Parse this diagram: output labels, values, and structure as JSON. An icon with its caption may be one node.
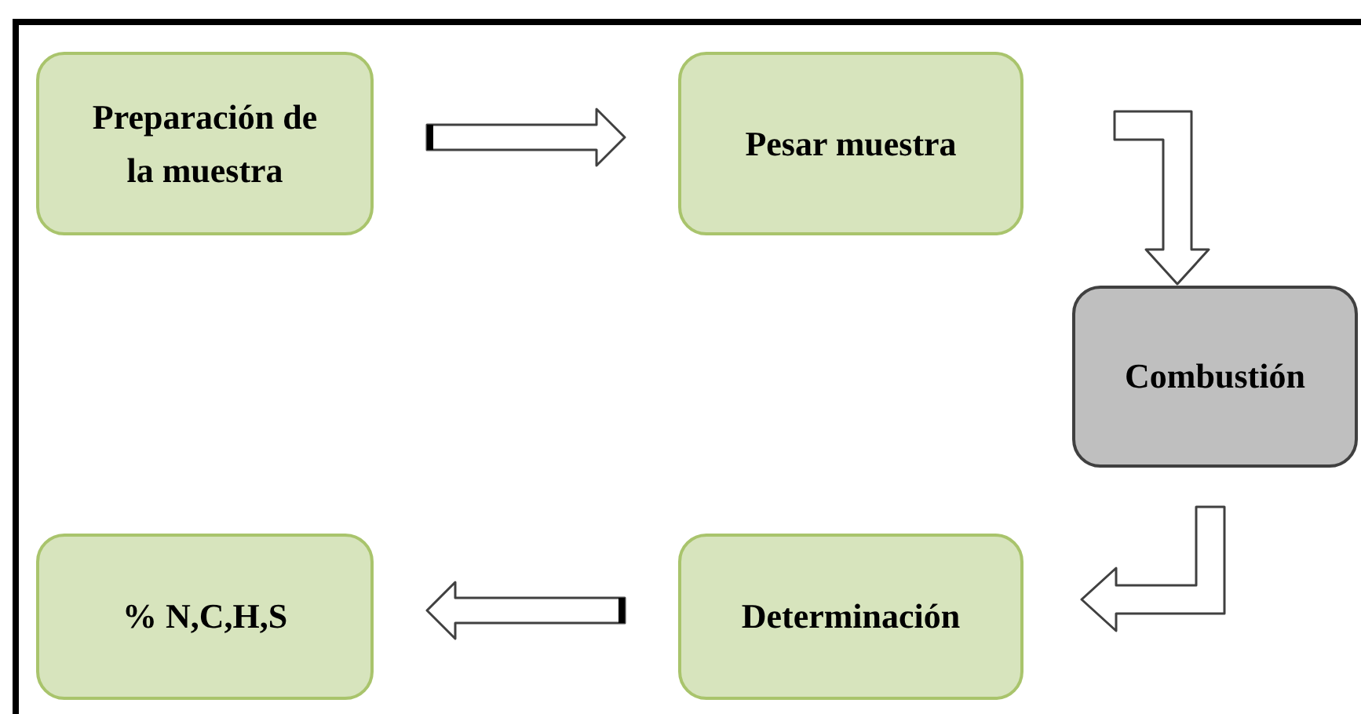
{
  "diagram": {
    "nodes": [
      {
        "text": [
          "Preparación de la muestra"
        ]
      },
      {
        "text": [
          "Pesar muestra"
        ]
      },
      {
        "text": [
          "Combustión"
        ]
      },
      {
        "text": [
          "Determinación"
        ]
      },
      {
        "text": [
          "% N,C,H,S"
        ]
      }
    ],
    "edges": [
      {
        "from": 0,
        "to": 1,
        "arrow": "to"
      },
      {
        "from": 1,
        "to": 2,
        "arrow": "to"
      },
      {
        "from": 2,
        "to": 3,
        "arrow": "to"
      },
      {
        "from": 3,
        "to": 4,
        "arrow": "to"
      }
    ]
  }
}
